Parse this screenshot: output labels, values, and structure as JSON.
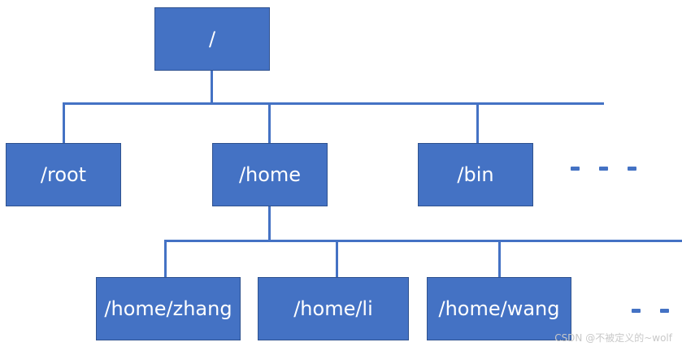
{
  "diagram": {
    "root": {
      "label": "/"
    },
    "level1": [
      {
        "label": "/root"
      },
      {
        "label": "/home"
      },
      {
        "label": "/bin"
      }
    ],
    "level2": [
      {
        "label": "/home/zhang"
      },
      {
        "label": "/home/li"
      },
      {
        "label": "/home/wang"
      }
    ],
    "more_indicator_1": "more-ellipsis",
    "more_indicator_2": "more-ellipsis"
  },
  "watermark": "CSDN @不被定义的~wolf",
  "colors": {
    "node_fill": "#4472c4",
    "node_border": "#2f528f",
    "connector": "#4472c4",
    "text": "#ffffff"
  }
}
